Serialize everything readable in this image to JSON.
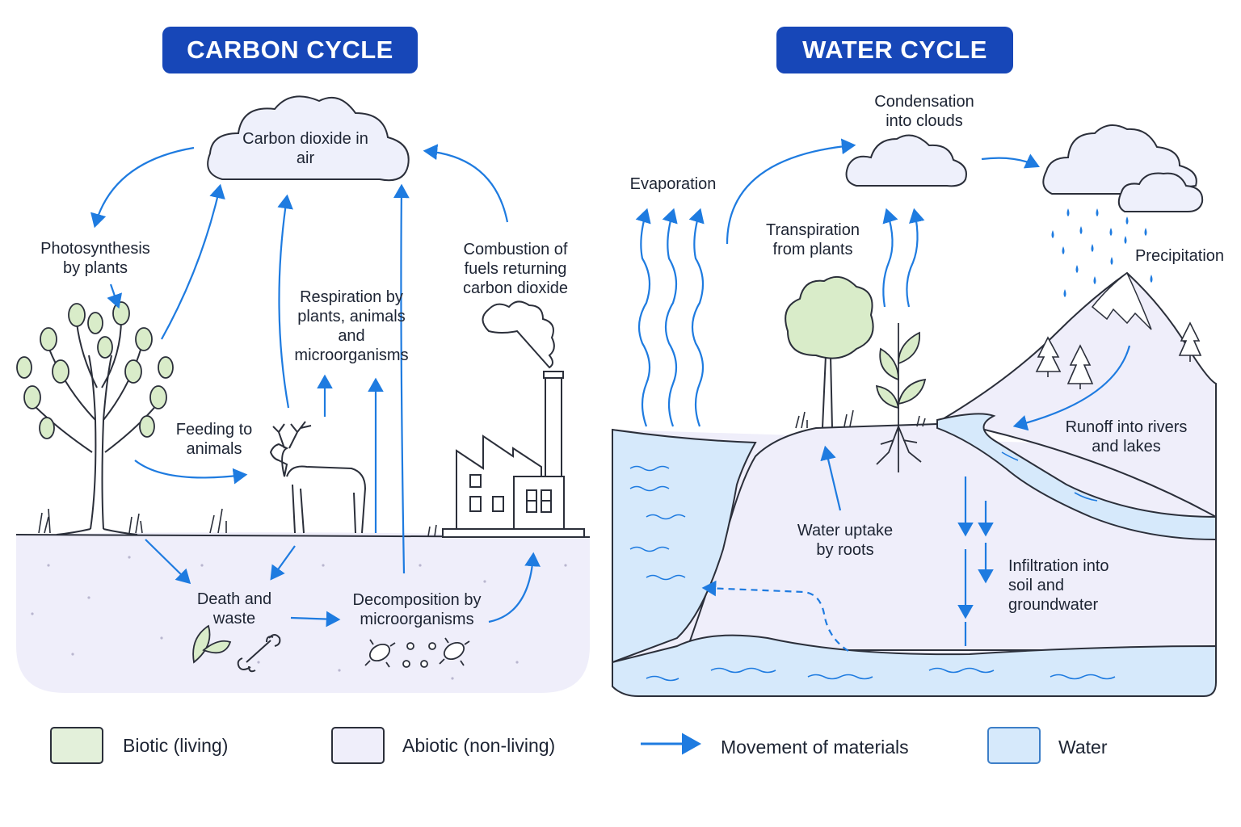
{
  "carbon": {
    "title": "CARBON CYCLE",
    "labels": {
      "co2_air": "Carbon dioxide in air",
      "photosynthesis": "Photosynthesis by plants",
      "respiration": "Respiration by plants, animals and microorganisms",
      "combustion": "Combustion of fuels returning carbon dioxide",
      "feeding": "Feeding to animals",
      "death": "Death and waste",
      "decomposition": "Decomposition by microorganisms"
    }
  },
  "water": {
    "title": "WATER CYCLE",
    "labels": {
      "condensation": "Condensation into clouds",
      "evaporation": "Evaporation",
      "transpiration": "Transpiration from plants",
      "precipitation": "Precipitation",
      "runoff": "Runoff into rivers and lakes",
      "uptake": "Water uptake by roots",
      "infiltration": "Infiltration into soil and groundwater"
    }
  },
  "legend": {
    "biotic": "Biotic (living)",
    "abiotic": "Abiotic (non-living)",
    "movement": "Movement of materials",
    "water": "Water"
  },
  "colors": {
    "title_bg": "#1747b8",
    "arrow": "#1e7be0",
    "biotic": "#e3f0da",
    "abiotic": "#efeefa",
    "water": "#d6e9fb",
    "outline": "#2b2f3a"
  }
}
